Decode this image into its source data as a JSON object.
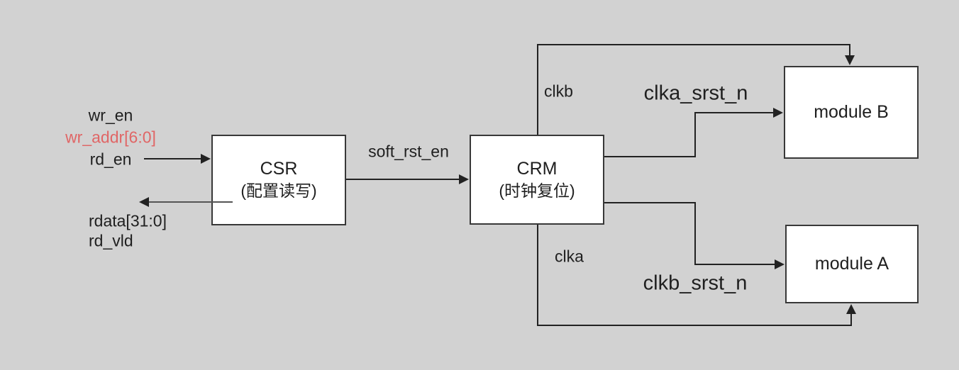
{
  "blocks": {
    "csr": {
      "title": "CSR",
      "subtitle": "(配置读写)"
    },
    "crm": {
      "title": "CRM",
      "subtitle": "(时钟复位)"
    },
    "module_b": {
      "title": "module B"
    },
    "module_a": {
      "title": "module A"
    }
  },
  "signals": {
    "wr_en": "wr_en",
    "wr_addr": "wr_addr[6:0]",
    "rd_en": "rd_en",
    "rdata": "rdata[31:0]",
    "rd_vld": "rd_vld",
    "soft_rst_en": "soft_rst_en",
    "clkb": "clkb",
    "clka": "clka",
    "clka_srst_n": "clka_srst_n",
    "clkb_srst_n": "clkb_srst_n"
  },
  "colors": {
    "background": "#d2d2d2",
    "box_fill": "#ffffff",
    "box_border": "#383838",
    "wire": "#222222",
    "wire_gray": "#555555",
    "text": "#1f1f1f",
    "accent_red": "#e06666"
  }
}
